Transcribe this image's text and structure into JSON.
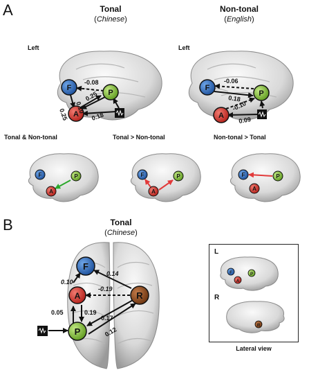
{
  "panel_a": {
    "letter": "A",
    "tonal": {
      "title": "Tonal",
      "language": "Chinese",
      "hemisphere": "Left",
      "weights": {
        "p_to_f": "-0.08",
        "f_to_a": "0.10",
        "p_to_a": "0.25",
        "a_to_f": "0.25",
        "input_to_a": "0.18"
      }
    },
    "nontonal": {
      "title": "Non-tonal",
      "language": "English",
      "hemisphere": "Left",
      "weights": {
        "p_to_f": "-0.06",
        "f_to_p": "0.18",
        "a_to_p": "-0.10",
        "input_to_a": "0.09"
      }
    },
    "comparisons": [
      {
        "label": "Tonal & Non-tonal"
      },
      {
        "label": "Tonal > Non-tonal"
      },
      {
        "label": "Non-tonal > Tonal"
      }
    ]
  },
  "panel_b": {
    "letter": "B",
    "title": "Tonal",
    "language": "Chinese",
    "weights": {
      "a_to_f": "0.10",
      "r_to_f": "0.14",
      "r_to_a": "-0.19",
      "p_to_a": "0.05",
      "a_to_p": "0.19",
      "r_to_p": "0.17",
      "p_to_r": "0.12"
    },
    "inset": {
      "left_label": "L",
      "right_label": "R",
      "caption": "Lateral view"
    }
  },
  "nodes": {
    "F": "F",
    "A": "A",
    "P": "P",
    "R": "R"
  },
  "colors": {
    "F": "#2f6fc0",
    "A": "#d9342b",
    "P": "#8cc63f",
    "R": "#8b4a1c",
    "green_arrow": "#2aa82a",
    "red_arrow": "#e23a3a"
  }
}
